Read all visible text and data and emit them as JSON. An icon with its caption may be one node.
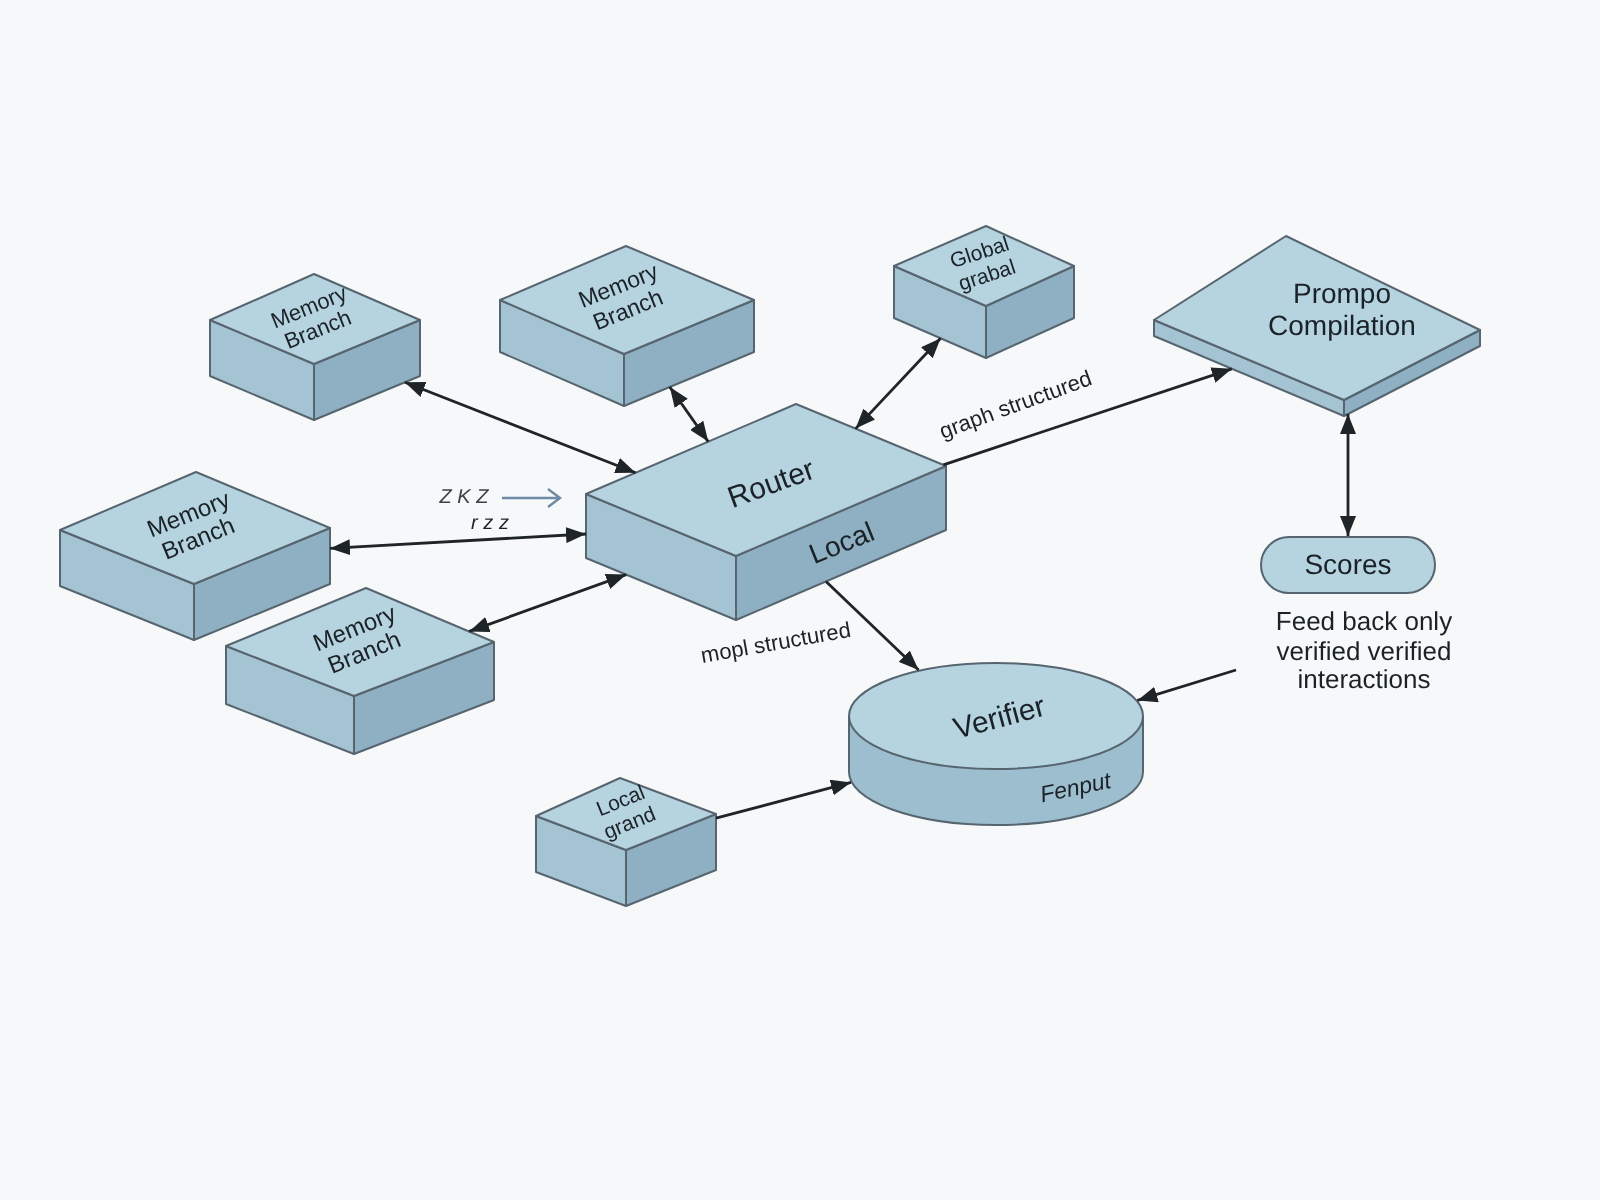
{
  "diagram": {
    "nodes": [
      {
        "text": [
          "Memory Branch"
        ]
      },
      {
        "text": [
          "Memory Branch"
        ]
      },
      {
        "text": [
          "Global grabal"
        ]
      },
      {
        "text": [
          "Memory Branch"
        ]
      },
      {
        "text": [
          "Router",
          "Local"
        ]
      },
      {
        "text": [
          "Memory Branch"
        ]
      },
      {
        "text": [
          "Prompo Compilation"
        ]
      },
      {
        "text": [
          "Scores"
        ]
      },
      {
        "text": [
          "Feed back only verified verified interactions"
        ]
      },
      {
        "text": [
          "Verifier",
          "Fenput"
        ]
      },
      {
        "text": [
          "Local grand"
        ]
      }
    ],
    "edges": [
      {
        "from": 0,
        "to": 4,
        "arrow": "both"
      },
      {
        "from": 1,
        "to": 4,
        "arrow": "both"
      },
      {
        "from": 2,
        "to": 4,
        "arrow": "both"
      },
      {
        "from": 3,
        "to": 4,
        "arrow": "both",
        "label": "r z z"
      },
      {
        "from": 5,
        "to": 4,
        "arrow": "both"
      },
      {
        "from": 4,
        "to": 6,
        "arrow": "to",
        "label": "graph structured"
      },
      {
        "from": 6,
        "to": 7,
        "arrow": "both"
      },
      {
        "from": 4,
        "to": 9,
        "arrow": "to",
        "label": "mopl structured"
      },
      {
        "from": 8,
        "to": 9,
        "arrow": "to"
      },
      {
        "from": 10,
        "to": 9,
        "arrow": "to"
      }
    ],
    "labels": [
      "Z K Z"
    ]
  }
}
